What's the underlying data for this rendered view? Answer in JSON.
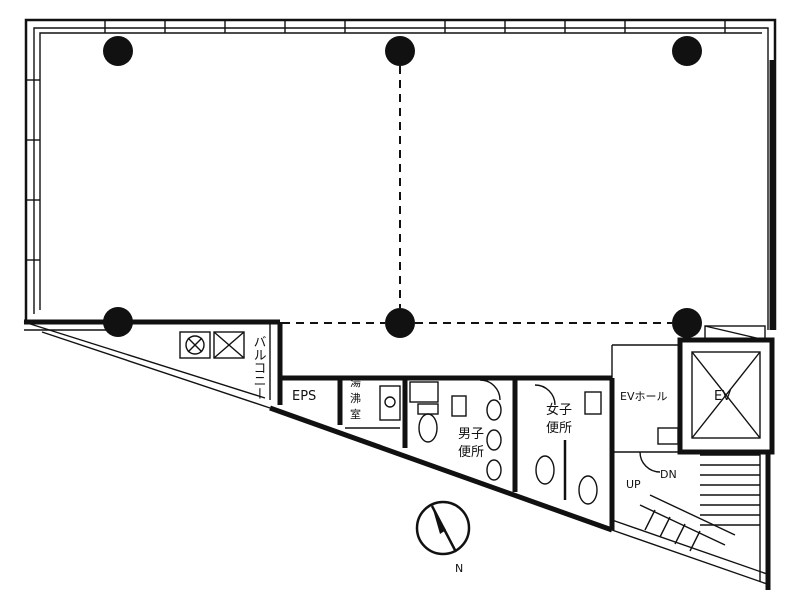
{
  "labels": {
    "balcony": "バルコニー",
    "eps": "EPS",
    "pantry": "湯沸室",
    "mens_restroom_1": "男子",
    "mens_restroom_2": "便所",
    "womens_restroom_1": "女子",
    "womens_restroom_2": "便所",
    "ev_hall": "EVホール",
    "ev": "EV",
    "up": "UP",
    "dn": "DN",
    "north": "N"
  }
}
